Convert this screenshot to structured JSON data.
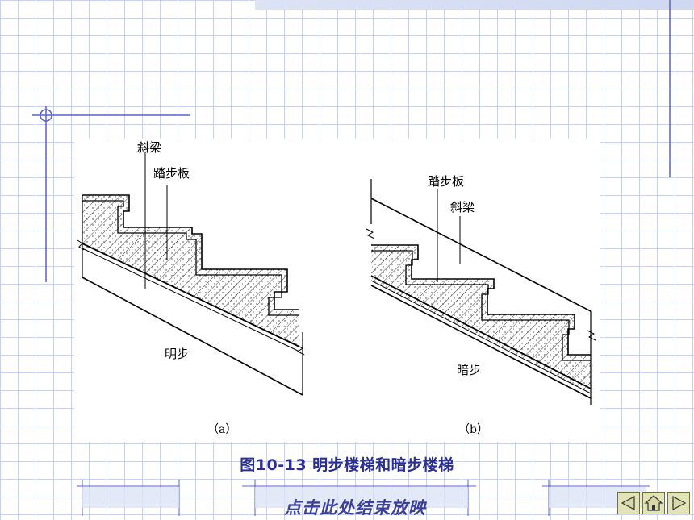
{
  "figure": {
    "a": {
      "label_beam": "斜梁",
      "label_tread": "踏步板",
      "label_type": "明步",
      "sublabel": "（a）"
    },
    "b": {
      "label_tread": "踏步板",
      "label_beam": "斜梁",
      "label_type": "暗步",
      "sublabel": "（b）"
    }
  },
  "caption": "图10-13  明步楼梯和暗步楼梯",
  "end_show_link": "点击此处结束放映",
  "nav": {
    "prev_icon": "left-arrow-icon",
    "home_icon": "home-icon",
    "next_icon": "right-arrow-icon"
  },
  "colors": {
    "grid": "#c9d1ee",
    "accent": "#2b2f8f",
    "nav_button": "#e3e3b8"
  }
}
